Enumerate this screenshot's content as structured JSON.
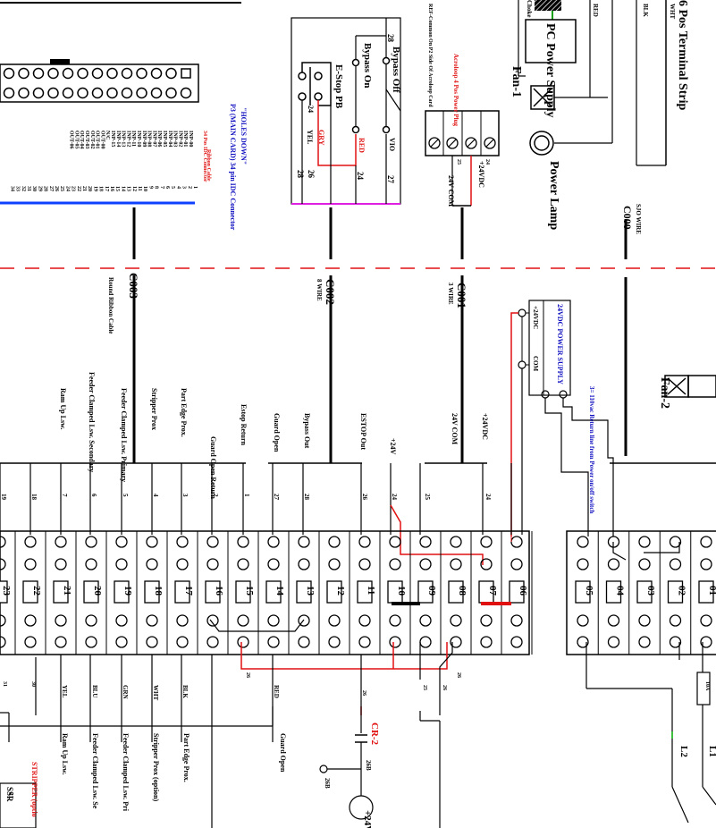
{
  "top": {
    "terminal_strip": "6 Pos Terminal Strip",
    "pc_power_supply": "PC Power Supply",
    "fan1": "Fan-1",
    "power_lamp": "Power Lamp",
    "fan2": "Fan-2",
    "wire_red": "RED",
    "wire_blk": "BLK",
    "wire_wht": "WHT",
    "choke": "Choke",
    "sjo_wire": "SJO WIRE",
    "c000": "C000"
  },
  "p3": {
    "title": "P3 (MAIN CARD) 34 pin IDC Connector",
    "holes": "\"HOLES DOWN\"",
    "ribbon": "Ribbon Cable",
    "idc34": "34 Pos IDC Connector",
    "pins_blk": [
      "INP-00",
      "INP-01",
      "INP-02",
      "INP-03",
      "INP-04",
      "INP-05",
      "INP-06",
      "INP-07",
      "INP-08",
      "INP-09",
      "INP-10",
      "INP-11",
      "INP-12",
      "INP-13",
      "INP-14",
      "INP-15",
      "N/C"
    ],
    "pins_red": [
      "OUT-00",
      "OUT-01",
      "OUT-02",
      "OUT-03",
      "OUT-04",
      "OUT-05",
      "OUT-06"
    ]
  },
  "estop": {
    "bypass_off": "Bypass Off",
    "bypass_on": "Bypass On",
    "estop_pb": "E-Stop PB",
    "n28": "28",
    "n27": "27",
    "n26": "26",
    "n24": "24",
    "gry": "GRY",
    "yel": "YEL",
    "red": "RED",
    "vio": "VIO"
  },
  "acroloop": {
    "title": "Acroloop 4 Pos Power Plug",
    "ref": "REF-Common On P2 Side Of Acroloop Card",
    "v24com": "24V COM",
    "v24dc": "+24VDC",
    "n25": "25",
    "n24": "24"
  },
  "cables": {
    "c003": "C003",
    "c003_sub": "Round Ribbon Cable",
    "c002": "C002",
    "c002_sub": "8 WIRE",
    "c001": "C001",
    "c001_sub": "3 WIRE"
  },
  "psu24": {
    "title": "24VDC POWER SUPPLY",
    "v24": "+24VDC",
    "com": "COM",
    "note": "3= 110vac Return line from Power on/off switch"
  },
  "signal_labels": [
    {
      "text": "+24VDC",
      "color": "#000"
    },
    {
      "text": "24V COM",
      "color": "#000"
    },
    {
      "text": "ESTOP Out",
      "color": "#000"
    },
    {
      "text": "+24V",
      "color": "#e01010"
    },
    {
      "text": "Bypass Out",
      "color": "#000"
    },
    {
      "text": "Guard Open",
      "color": "#000"
    },
    {
      "text": "Estop Return",
      "color": "#000"
    },
    {
      "text": "Guard Open Return",
      "color": "#000"
    },
    {
      "text": "Part Edge Prox.",
      "color": "#000"
    },
    {
      "text": "Stripper Prox",
      "color": "#000"
    },
    {
      "text": "Feeder Clamped Lsw. Primary",
      "color": "#000"
    },
    {
      "text": "Feeder Clamped Lsw. Secondary",
      "color": "#000"
    },
    {
      "text": "Ram Up Lsw.",
      "color": "#000"
    }
  ],
  "wire_nums_top": [
    "19",
    "18",
    "7",
    "6",
    "5",
    "4",
    "3",
    "2",
    "1",
    "27",
    "28",
    "26",
    "24",
    "25",
    "24"
  ],
  "terminals_left": [
    "23",
    "22",
    "21",
    "20",
    "19",
    "18",
    "17",
    "16",
    "15",
    "14",
    "13",
    "12",
    "11",
    "10",
    "09",
    "08",
    "07",
    "06"
  ],
  "terminals_right": [
    "05",
    "04",
    "03",
    "02",
    "01"
  ],
  "bottom": {
    "wire_colors": [
      "YEL",
      "BLU",
      "GRN",
      "WHT",
      "BLK",
      "RED"
    ],
    "labels": [
      "Ram Up Lsw.",
      "Feeder Clamped Lsw. Se",
      "Feeder Clamped Lsw. Pri",
      "Stripper Prox (option)",
      "Part Edge Prox.",
      "Guard Open"
    ],
    "cr2": "CR-2",
    "n26": "26",
    "n26b": "26B",
    "n25": "25",
    "n30": "30",
    "n31": "31",
    "stripper": "STRIPPER (optio",
    "ssr": "SSR",
    "fuse": "10A",
    "l1": "L1",
    "l2": "L2"
  }
}
